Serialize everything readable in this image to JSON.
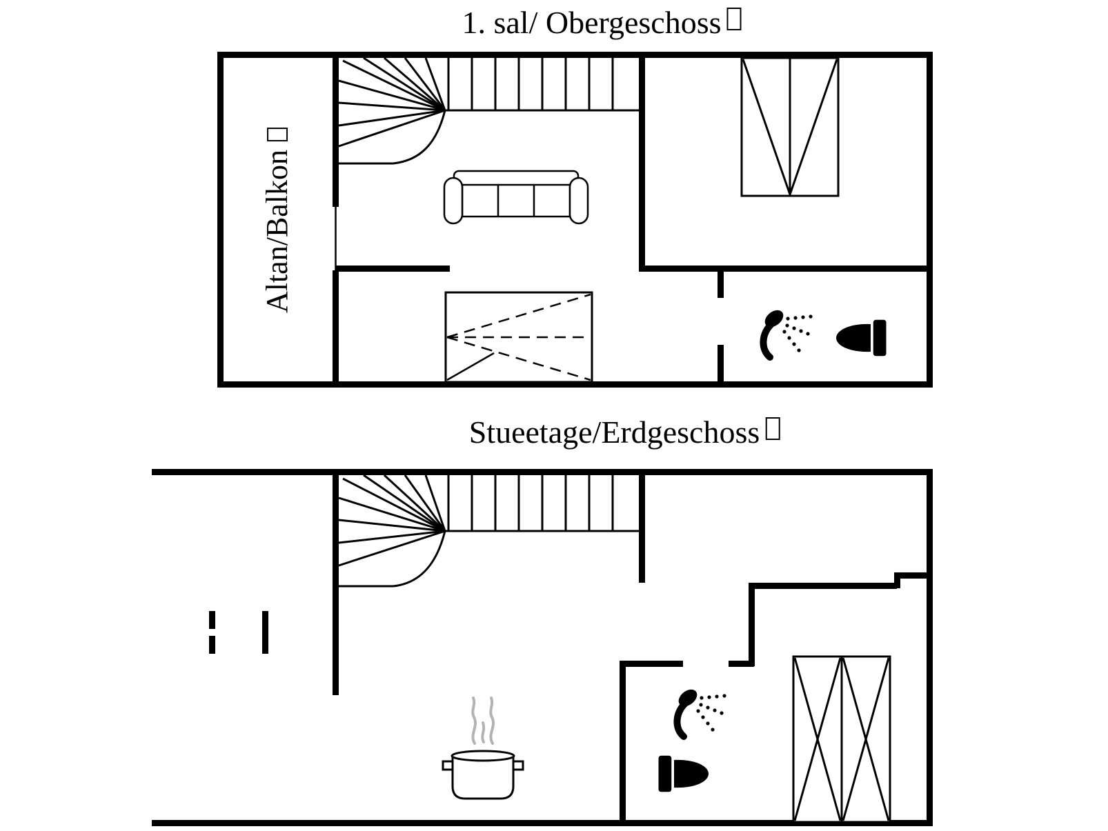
{
  "page": {
    "background_color": "#ffffff",
    "line_color": "#000000",
    "steam_color": "#b3b3b3"
  },
  "upper_floor": {
    "title": "1. sal/ Obergeschoss",
    "balcony_label": "Altan/Balkon",
    "fixture_icons": [
      "staircase",
      "wardrobe",
      "sofa",
      "double-bed",
      "shower-icon",
      "toilet-icon"
    ]
  },
  "ground_floor": {
    "title": "Stueetage/Erdgeschoss",
    "fixture_icons": [
      "staircase",
      "cooking-pot-icon",
      "shower-icon",
      "toilet-icon",
      "wardrobe"
    ]
  }
}
